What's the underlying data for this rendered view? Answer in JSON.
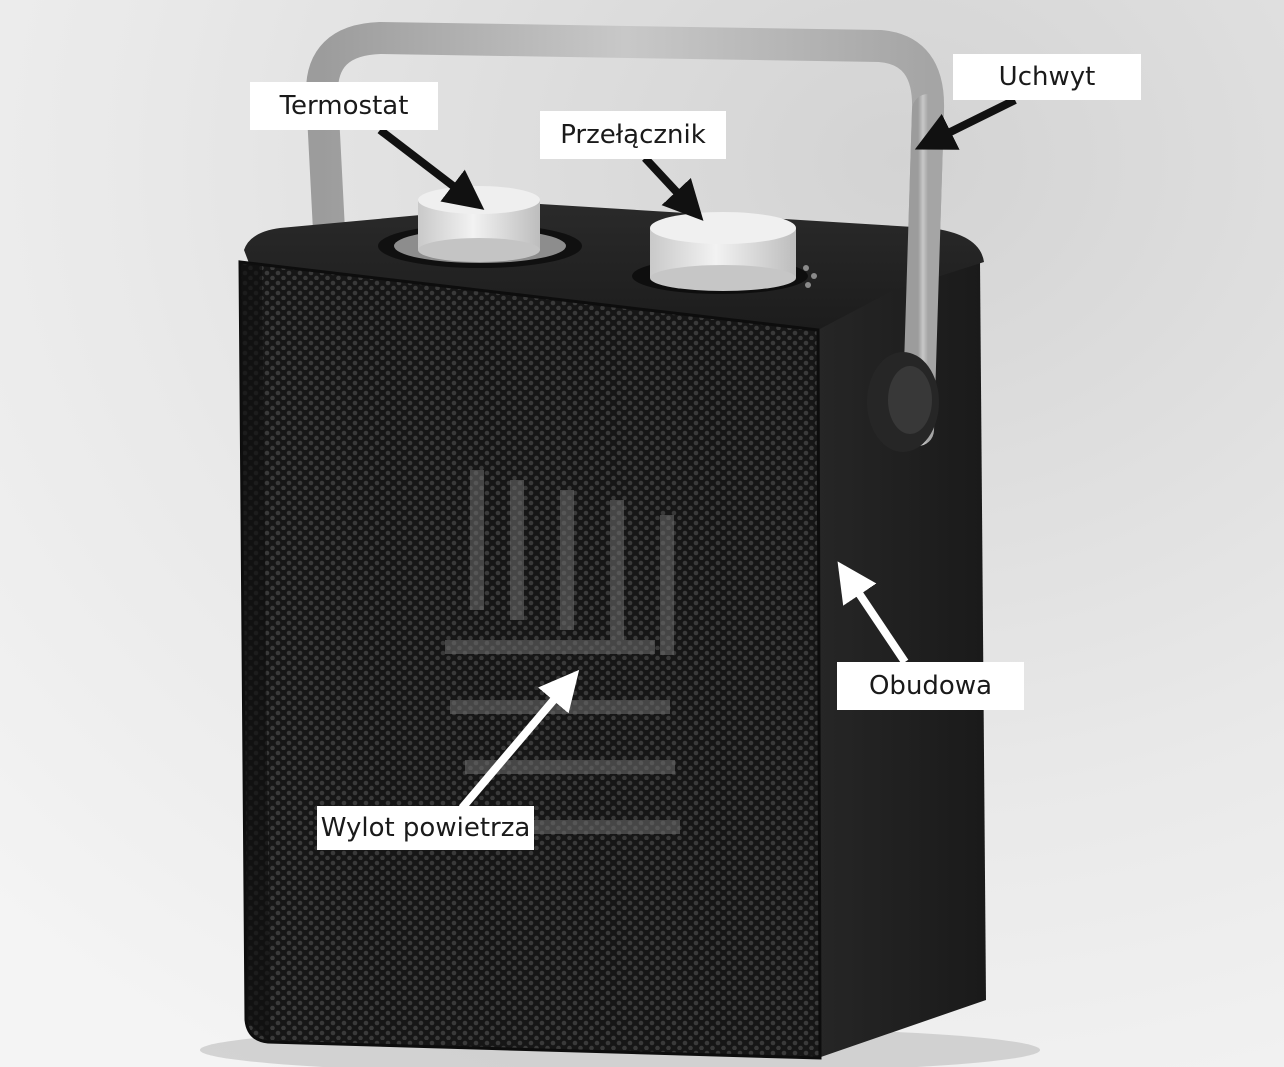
{
  "labels": {
    "termostat": "Termostat",
    "przelacznik": "Przełącznik",
    "uchwyt": "Uchwyt",
    "obudowa": "Obudowa",
    "wylot": "Wylot powietrza"
  },
  "colors": {
    "body": "#232323",
    "knob": "#dcdcdc",
    "handle": "#b8b8b8",
    "arrow_dark": "#111111",
    "arrow_light": "#ffffff"
  }
}
